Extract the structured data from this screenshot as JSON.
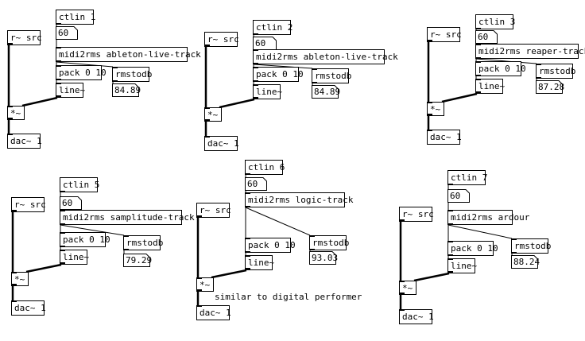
{
  "patches": [
    {
      "ctlin": "ctlin 1",
      "value": "60",
      "midi2rms": "midi2rms ableton-live-track",
      "pack": "pack 0 10",
      "rmstodb": "rmstodb",
      "line": "line~",
      "src": "r~ src",
      "mul": "*~",
      "dac": "dac~ 1",
      "db": "84.89"
    },
    {
      "ctlin": "ctlin 2",
      "value": "60",
      "midi2rms": "midi2rms ableton-live-track",
      "pack": "pack 0 10",
      "rmstodb": "rmstodb",
      "line": "line~",
      "src": "r~ src",
      "mul": "*~",
      "dac": "dac~ 1",
      "db": "84.89"
    },
    {
      "ctlin": "ctlin 3",
      "value": "60",
      "midi2rms": "midi2rms reaper-track",
      "pack": "pack 0 10",
      "rmstodb": "rmstodb",
      "line": "line~",
      "src": "r~ src",
      "mul": "*~",
      "dac": "dac~ 1",
      "db": "87.28"
    },
    {
      "ctlin": "ctlin 5",
      "value": "60",
      "midi2rms": "midi2rms samplitude-track",
      "pack": "pack 0 10",
      "rmstodb": "rmstodb",
      "line": "line~",
      "src": "r~ src",
      "mul": "*~",
      "dac": "dac~ 1",
      "db": "79.29"
    },
    {
      "ctlin": "ctlin 6",
      "value": "60",
      "midi2rms": "midi2rms logic-track",
      "pack": "pack 0 10",
      "rmstodb": "rmstodb",
      "line": "line~",
      "src": "r~ src",
      "mul": "*~",
      "dac": "dac~ 1",
      "db": "93.03",
      "comment": "similar to digital performer"
    },
    {
      "ctlin": "ctlin 7",
      "value": "60",
      "midi2rms": "midi2rms ardour",
      "pack": "pack 0 10",
      "rmstodb": "rmstodb",
      "line": "line~",
      "src": "r~ src",
      "mul": "*~",
      "dac": "dac~ 1",
      "db": "88.24"
    }
  ]
}
